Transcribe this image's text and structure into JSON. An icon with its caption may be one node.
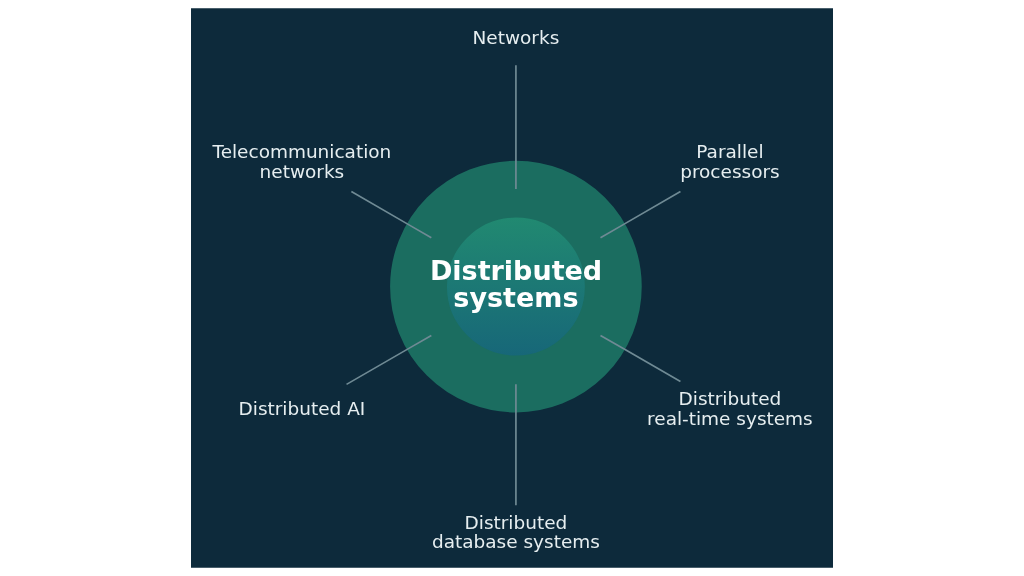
{
  "diagram": {
    "nodes": [
      {
        "text": [
          "Distributed systems"
        ]
      },
      {
        "text": [
          "Networks"
        ]
      },
      {
        "text": [
          "Parallel processors"
        ]
      },
      {
        "text": [
          "Distributed real-time systems"
        ]
      },
      {
        "text": [
          "Distributed database systems"
        ]
      },
      {
        "text": [
          "Distributed AI"
        ]
      },
      {
        "text": [
          "Telecommunication networks"
        ]
      }
    ],
    "edges": [
      {
        "from": 0,
        "to": 1,
        "arrow": "none"
      },
      {
        "from": 0,
        "to": 2,
        "arrow": "none"
      },
      {
        "from": 0,
        "to": 3,
        "arrow": "none"
      },
      {
        "from": 0,
        "to": 4,
        "arrow": "none"
      },
      {
        "from": 0,
        "to": 5,
        "arrow": "none"
      },
      {
        "from": 0,
        "to": 6,
        "arrow": "none"
      }
    ]
  }
}
